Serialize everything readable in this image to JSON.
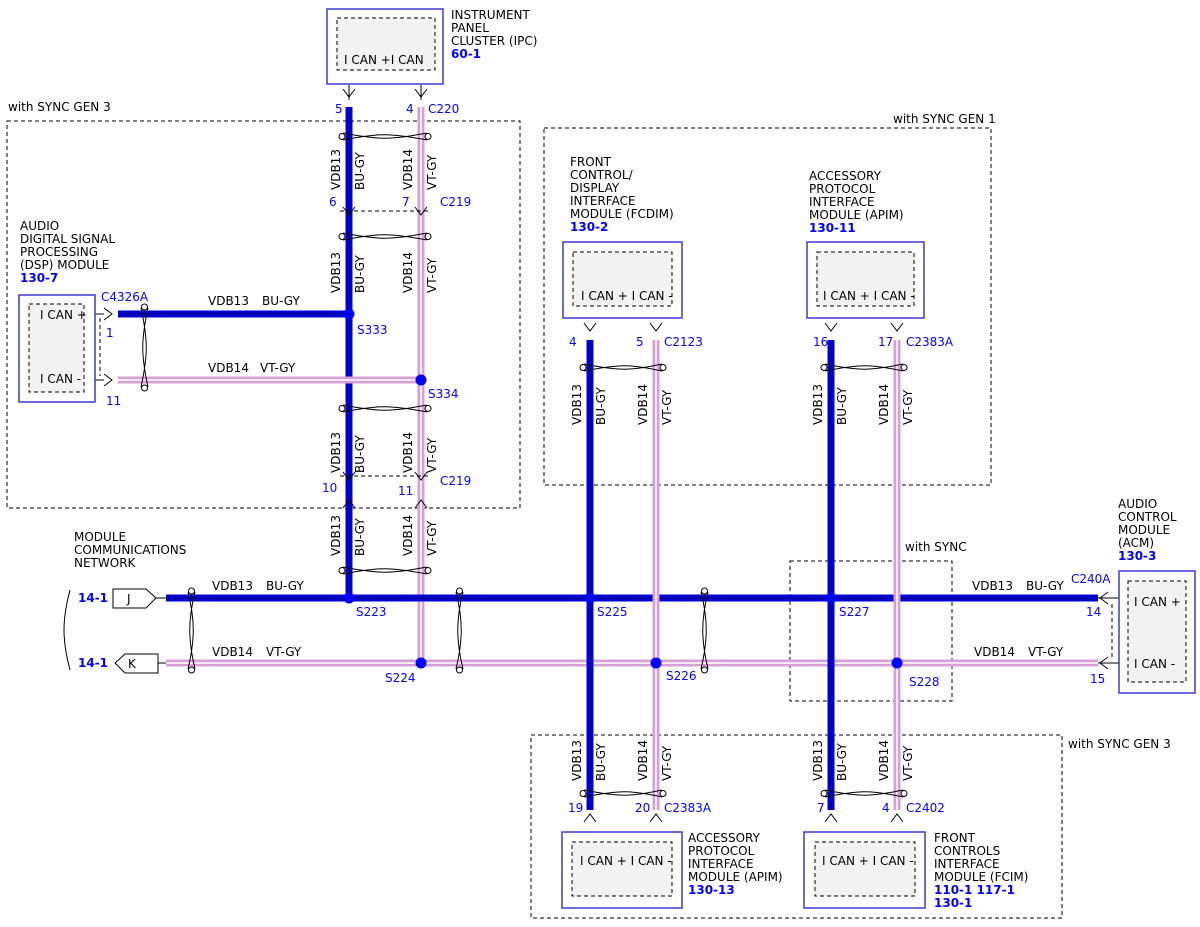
{
  "modules": {
    "ipc": {
      "name_lines": [
        "INSTRUMENT",
        "PANEL",
        "CLUSTER (IPC)"
      ],
      "ref": "60-1",
      "pins_label": "I CAN +I CAN"
    },
    "dsp": {
      "name_lines": [
        "AUDIO",
        "DIGITAL SIGNAL",
        "PROCESSING",
        "(DSP) MODULE"
      ],
      "ref": "130-7",
      "pin_plus": "I CAN +",
      "pin_minus": "I CAN -"
    },
    "fcdim": {
      "name_lines": [
        "FRONT",
        "CONTROL/",
        "DISPLAY",
        "INTERFACE",
        "MODULE (FCDIM)"
      ],
      "ref": "130-2",
      "pins_label": "I CAN + I CAN -"
    },
    "apim1": {
      "name_lines": [
        "ACCESSORY",
        "PROTOCOL",
        "INTERFACE",
        "MODULE (APIM)"
      ],
      "ref": "130-11",
      "pins_label": "I CAN + I CAN -"
    },
    "acm": {
      "name_lines": [
        "AUDIO",
        "CONTROL",
        "MODULE",
        "(ACM)"
      ],
      "ref": "130-3",
      "pin_plus": "I CAN +",
      "pin_minus": "I CAN -"
    },
    "apim3": {
      "name_lines": [
        "ACCESSORY",
        "PROTOCOL",
        "INTERFACE",
        "MODULE (APIM)"
      ],
      "ref": "130-13",
      "pins_label": "I CAN + I CAN -"
    },
    "fcim": {
      "name_lines": [
        "FRONT",
        "CONTROLS",
        "INTERFACE",
        "MODULE (FCIM)"
      ],
      "ref_lines": [
        "110-1 117-1",
        "130-1"
      ],
      "pins_label": "I CAN + I CAN -"
    }
  },
  "regions": {
    "sync_gen3_top": "with SYNC GEN 3",
    "sync_gen1": "with SYNC GEN 1",
    "sync": "with SYNC",
    "sync_gen3_bottom": "with SYNC GEN 3"
  },
  "network": {
    "title_lines": [
      "MODULE",
      "COMMUNICATIONS",
      "NETWORK"
    ],
    "ref_j": "14-1",
    "ref_k": "14-1",
    "connector_j": "J",
    "connector_k": "K"
  },
  "wires": {
    "vdb13": "VDB13",
    "vdb14": "VDB14",
    "bu_gy": "BU-GY",
    "vt_gy": "VT-GY"
  },
  "connectors": {
    "c220": "C220",
    "c219a": "C219",
    "c219b": "C219",
    "c4326a": "C4326A",
    "c2123": "C2123",
    "c2383a_top": "C2383A",
    "c240a": "C240A",
    "c2383a_bottom": "C2383A",
    "c2402": "C2402"
  },
  "pins": {
    "ipc_a": "5",
    "ipc_b": "4",
    "c219_a": "6",
    "c219_b": "7",
    "c219_c": "10",
    "c219_d": "11",
    "dsp_a": "1",
    "dsp_b": "11",
    "fcdim_a": "4",
    "fcdim_b": "5",
    "apim1_a": "16",
    "apim1_b": "17",
    "acm_a": "14",
    "acm_b": "15",
    "apim3_a": "19",
    "apim3_b": "20",
    "fcim_a": "7",
    "fcim_b": "4"
  },
  "splices": {
    "s333": "S333",
    "s334": "S334",
    "s223": "S223",
    "s224": "S224",
    "s225": "S225",
    "s226": "S226",
    "s227": "S227",
    "s228": "S228"
  },
  "colors": {
    "blue_wire": "#0000d0",
    "violet_wire": "#d6a0d6",
    "label_blue": "#0000ff"
  }
}
